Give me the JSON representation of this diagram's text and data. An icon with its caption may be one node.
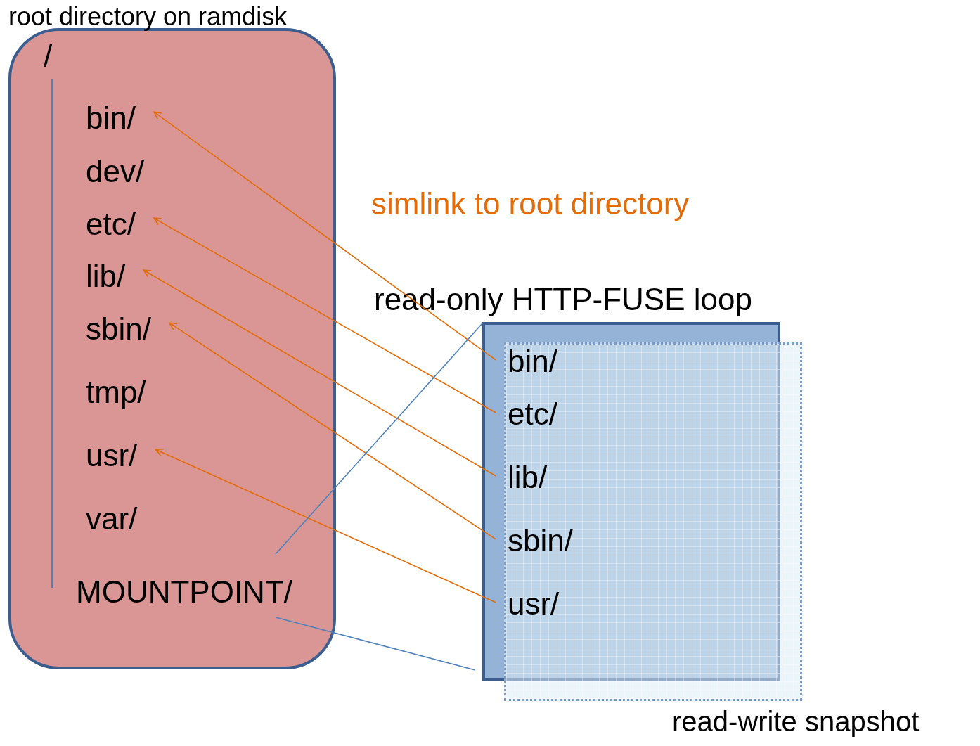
{
  "diagram": {
    "nodes": [
      {
        "text": [
          "root directory on ramdisk"
        ]
      },
      {
        "text": [
          "/"
        ],
        "in": 0
      },
      {
        "text": [
          "bin/"
        ],
        "in": 0
      },
      {
        "text": [
          "dev/"
        ],
        "in": 0
      },
      {
        "text": [
          "etc/"
        ],
        "in": 0
      },
      {
        "text": [
          "lib/"
        ],
        "in": 0
      },
      {
        "text": [
          "sbin/"
        ],
        "in": 0
      },
      {
        "text": [
          "tmp/"
        ],
        "in": 0
      },
      {
        "text": [
          "usr/"
        ],
        "in": 0
      },
      {
        "text": [
          "var/"
        ],
        "in": 0
      },
      {
        "text": [
          "MOUNTPOINT/"
        ],
        "in": 0
      },
      {
        "text": [
          "read-only HTTP-FUSE loop"
        ]
      },
      {
        "text": [
          "read-write snapshot"
        ]
      },
      {
        "text": [
          "bin/"
        ],
        "in": 11
      },
      {
        "text": [
          "etc/"
        ],
        "in": 11
      },
      {
        "text": [
          "lib/"
        ],
        "in": 11
      },
      {
        "text": [
          "sbin/"
        ],
        "in": 11
      },
      {
        "text": [
          "usr/"
        ],
        "in": 11
      }
    ],
    "edges": [
      {
        "from": 13,
        "to": 2,
        "arrow": "to"
      },
      {
        "from": 14,
        "to": 4,
        "arrow": "to"
      },
      {
        "from": 15,
        "to": 5,
        "arrow": "to"
      },
      {
        "from": 16,
        "to": 6,
        "arrow": "to"
      },
      {
        "from": 17,
        "to": 8,
        "arrow": "to"
      },
      {
        "from": 10,
        "to": 11,
        "arrow": "none",
        "color": "#4f81bd"
      },
      {
        "from": 10,
        "to": 11,
        "arrow": "none",
        "color": "#4f81bd"
      }
    ],
    "labels": [
      "simlink to root directory"
    ]
  }
}
